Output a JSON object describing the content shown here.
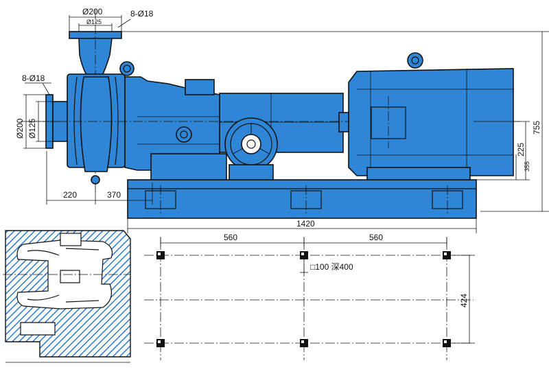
{
  "colors": {
    "pump_blue": "#2f86d6",
    "outline": "#111111",
    "hatch": "#2a7bd0",
    "background": "#ffffff"
  },
  "dimensions": {
    "outlet_flange_dia": "Ø200",
    "outlet_bore_dia": "Ø125",
    "outlet_bolts": "8-Ø18",
    "inlet_bolts": "8-Ø18",
    "inlet_flange_dia": "Ø200",
    "inlet_bore_dia": "Ø125",
    "height_total": "755",
    "height_shaft": "225",
    "height_base": "355",
    "len_suction": "220",
    "len_pump": "370",
    "base_length": "1420",
    "bolt_span_1": "560",
    "bolt_span_2": "560",
    "anchor_hole": "□100 深400",
    "bolt_width": "424"
  }
}
